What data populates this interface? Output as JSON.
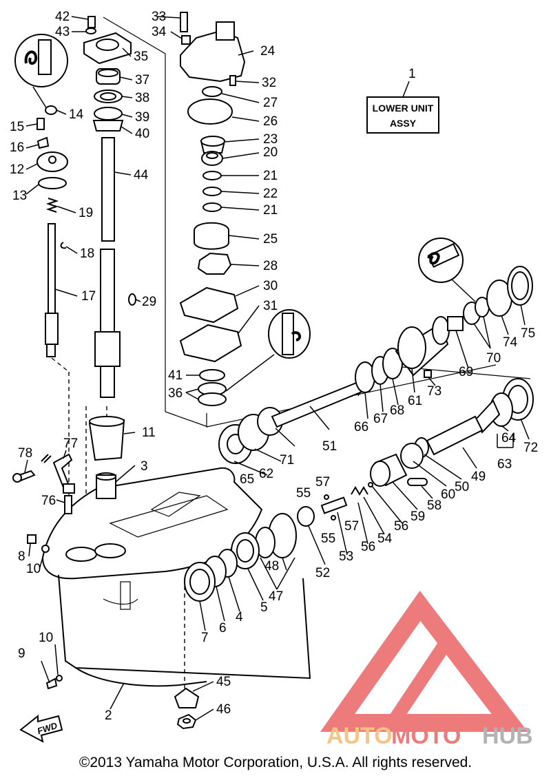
{
  "title_box": {
    "line1": "LOWER UNIT",
    "line2": "ASSY"
  },
  "copyright": "©2013 Yamaha Motor Corporation, U.S.A. All rights reserved.",
  "fwd_label": "FWD",
  "watermark": {
    "part1": "AUTO",
    "part2": "MOTO",
    "part3": "HUB",
    "color_red": "#e84f4f",
    "color_orange": "#f2b25b",
    "color_gray": "#9a9a9a"
  },
  "labels": {
    "l1": "1",
    "l2": "2",
    "l3": "3",
    "l4": "4",
    "l5": "5",
    "l6": "6",
    "l7": "7",
    "l8": "8",
    "l9": "9",
    "l10a": "10",
    "l10b": "10",
    "l11": "11",
    "l12": "12",
    "l13": "13",
    "l14": "14",
    "l15": "15",
    "l16": "16",
    "l17": "17",
    "l18": "18",
    "l19": "19",
    "l20": "20",
    "l21a": "21",
    "l21b": "21",
    "l22": "22",
    "l23": "23",
    "l24": "24",
    "l25": "25",
    "l26": "26",
    "l27": "27",
    "l28": "28",
    "l29": "29",
    "l30": "30",
    "l31": "31",
    "l32": "32",
    "l33": "33",
    "l34": "34",
    "l35": "35",
    "l36": "36",
    "l37": "37",
    "l38": "38",
    "l39": "39",
    "l40": "40",
    "l41": "41",
    "l42": "42",
    "l43": "43",
    "l44": "44",
    "l45": "45",
    "l46": "46",
    "l47": "47",
    "l48": "48",
    "l49": "49",
    "l50": "50",
    "l51": "51",
    "l52": "52",
    "l53": "53",
    "l54": "54",
    "l55a": "55",
    "l55b": "55",
    "l56a": "56",
    "l56b": "56",
    "l57a": "57",
    "l57b": "57",
    "l58": "58",
    "l59": "59",
    "l60": "60",
    "l61": "61",
    "l62": "62",
    "l63": "63",
    "l64": "64",
    "l65": "65",
    "l66": "66",
    "l67": "67",
    "l68": "68",
    "l69": "69",
    "l70": "70",
    "l71": "71",
    "l72": "72",
    "l73": "73",
    "l74": "74",
    "l75": "75",
    "l76": "76",
    "l77": "77",
    "l78": "78"
  }
}
